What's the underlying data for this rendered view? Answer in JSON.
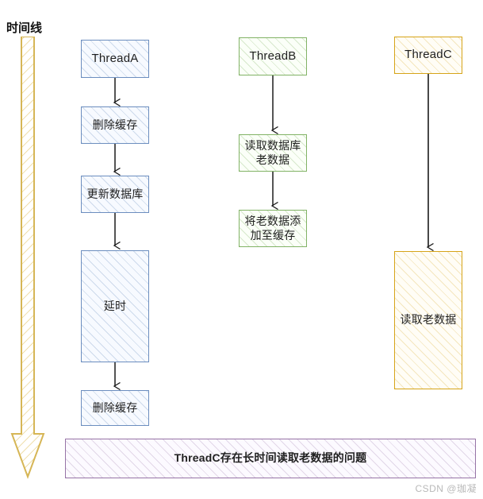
{
  "diagram": {
    "title_label": "时间线",
    "watermark": "CSDN @珈凝",
    "colors": {
      "thread_a": "#6c8ebf",
      "thread_b": "#82b366",
      "thread_c": "#d6a419",
      "banner": "#9673a6",
      "timeline": "#d6b656",
      "edge": "#1a1a1a"
    },
    "lanes": [
      {
        "id": "thread-a",
        "header": "ThreadA",
        "steps": [
          {
            "label": "删除缓存"
          },
          {
            "label": "更新数据库"
          },
          {
            "label": "延时"
          },
          {
            "label": "删除缓存"
          }
        ]
      },
      {
        "id": "thread-b",
        "header": "ThreadB",
        "steps": [
          {
            "label": "读取数据库\n老数据",
            "line1": "读取数据库",
            "line2": "老数据"
          },
          {
            "label": "将老数据添\n加至缓存",
            "line1": "将老数据添",
            "line2": "加至缓存"
          }
        ]
      },
      {
        "id": "thread-c",
        "header": "ThreadC",
        "steps": [
          {
            "label": "读取老数据"
          }
        ]
      }
    ],
    "banner": {
      "text": "ThreadC存在长时间读取老数据的问题"
    }
  }
}
